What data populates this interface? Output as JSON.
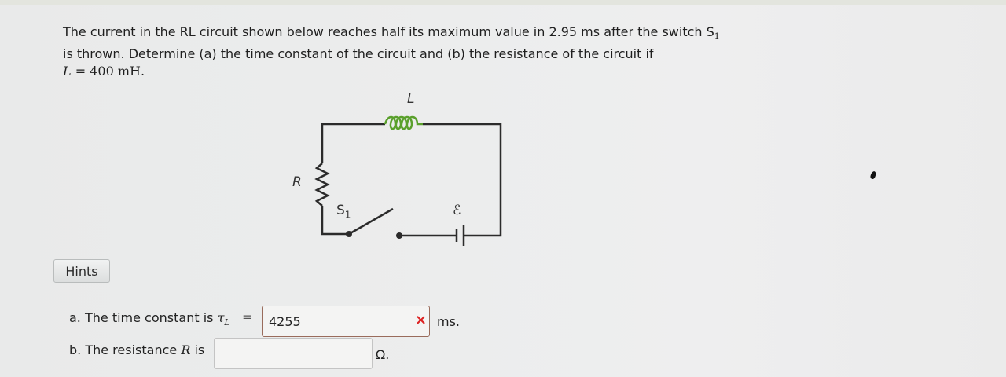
{
  "problem": {
    "line1": "The current in the RL circuit shown below reaches half its maximum value in 2.95 ms after the switch S",
    "line1_sub": "1",
    "line2": "is thrown. Determine (a) the time constant of the circuit and (b) the resistance of the circuit if",
    "line3_var": "L",
    "line3_eq": " = 400  mH."
  },
  "figure": {
    "label_L": "L",
    "label_R": "R",
    "label_S": "S",
    "label_S_sub": "1",
    "label_emf": "ℰ",
    "inductor_color": "#5aa02c",
    "wire_color": "#2b2b2b"
  },
  "hints": {
    "label": "Hints"
  },
  "question_a": {
    "prefix": "a. The time constant is ",
    "symbol": "τ",
    "symbol_sub": "L",
    "equals": "=",
    "value": "4255",
    "status_icon": "x-icon",
    "status_mark": "×",
    "status_color": "#d22222",
    "unit": "ms."
  },
  "question_b": {
    "prefix": "b. The resistance ",
    "symbol": "R",
    "suffix": " is",
    "value": "",
    "unit": "Ω."
  }
}
